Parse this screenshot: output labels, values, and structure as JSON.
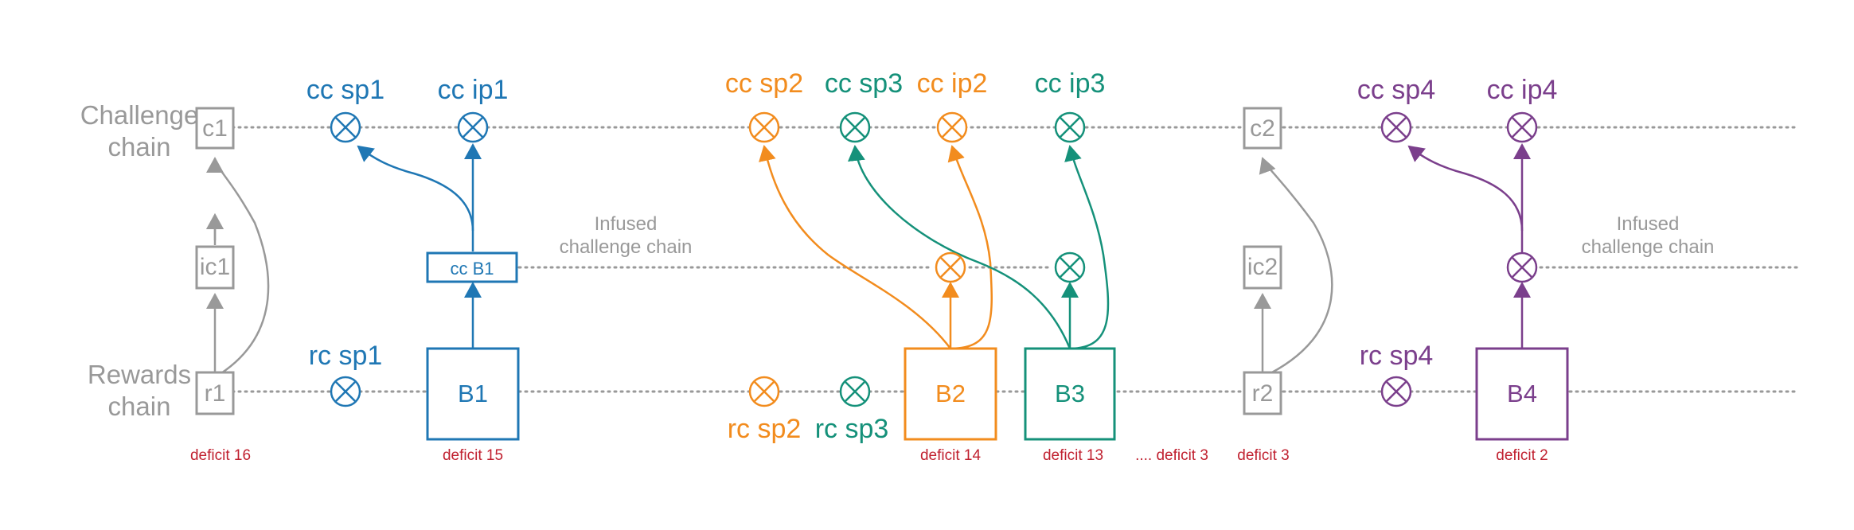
{
  "rows": {
    "challenge_line1": "Challenge",
    "challenge_line2": "chain",
    "rewards_line1": "Rewards",
    "rewards_line2": "chain"
  },
  "infused": {
    "left_line1": "Infused",
    "left_line2": "challenge chain",
    "right_line1": "Infused",
    "right_line2": "challenge chain"
  },
  "nodes": {
    "c1": "c1",
    "ic1": "ic1",
    "r1": "r1",
    "c2": "c2",
    "ic2": "ic2",
    "r2": "r2",
    "b1": "B1",
    "ccb1": "cc B1",
    "b2": "B2",
    "b3": "B3",
    "b4": "B4"
  },
  "points": {
    "cc_sp1": "cc sp1",
    "cc_ip1": "cc ip1",
    "rc_sp1": "rc sp1",
    "cc_sp2": "cc sp2",
    "cc_ip2": "cc ip2",
    "rc_sp2": "rc sp2",
    "cc_sp3": "cc sp3",
    "cc_ip3": "cc ip3",
    "rc_sp3": "rc sp3",
    "cc_sp4": "cc sp4",
    "cc_ip4": "cc ip4",
    "rc_sp4": "rc sp4"
  },
  "deficits": {
    "d16": "deficit 16",
    "d15": "deficit 15",
    "d14": "deficit 14",
    "d13": "deficit 13",
    "d3a": ".... deficit 3",
    "d3b": "deficit 3",
    "d2": "deficit 2"
  },
  "colors": {
    "gray": "#999999",
    "blue": "#1f77b4",
    "blue_dark": "#3a6fb0",
    "orange": "#f28c1e",
    "teal": "#15917a",
    "purple": "#7b3f8c",
    "deficit_red": "#c0202f"
  }
}
